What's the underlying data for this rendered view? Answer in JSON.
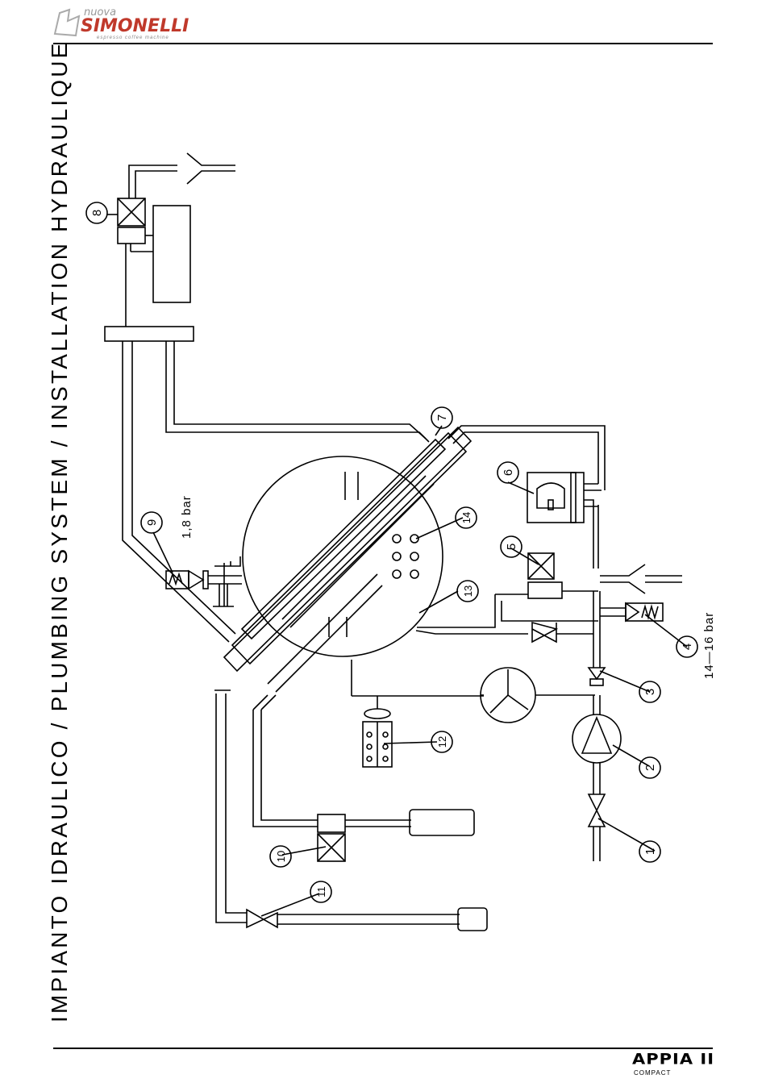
{
  "header": {
    "brand_small": "nuova",
    "brand_name": "SIMONELLI",
    "brand_tagline": "espresso coffee machine"
  },
  "title": "IMPIANTO IDRAULICO / PLUMBING SYSTEM / INSTALLATION HYDRAULIQUE",
  "footer": {
    "model": "APPIA II",
    "model_sub": "COMPACT"
  },
  "diagram": {
    "callouts": [
      "1",
      "2",
      "3",
      "4",
      "5",
      "6",
      "7",
      "8",
      "9",
      "10",
      "11",
      "12",
      "13",
      "14"
    ],
    "pressure_low": "1,8  bar",
    "pressure_high": "14—16  bar"
  }
}
